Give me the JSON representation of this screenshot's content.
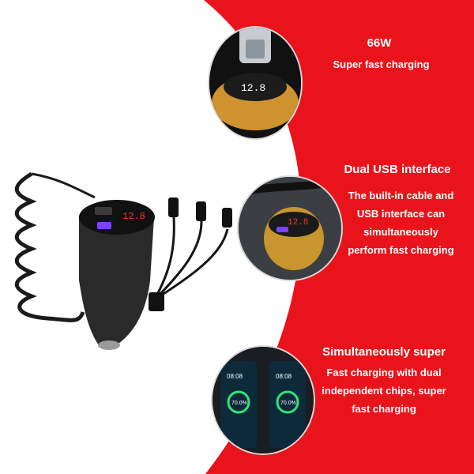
{
  "features": [
    {
      "title": "66W",
      "lines": [
        "Super fast charging"
      ]
    },
    {
      "title": "Dual USB interface",
      "lines": [
        "The built-in cable and",
        "USB interface can",
        "simultaneously",
        "perform fast charging"
      ]
    },
    {
      "title": "Simultaneously super",
      "lines": [
        "Fast charging with dual",
        "independent chips, super",
        "fast charging"
      ]
    }
  ],
  "display_readouts": {
    "product": "12.8",
    "close_up": "12.8",
    "charger_in_car": "12.8",
    "phone_time": "08:08",
    "phone_percent": "70.0%"
  },
  "colors": {
    "red": "#e9141b",
    "white": "#ffffff",
    "display": "#ff2e2e"
  }
}
